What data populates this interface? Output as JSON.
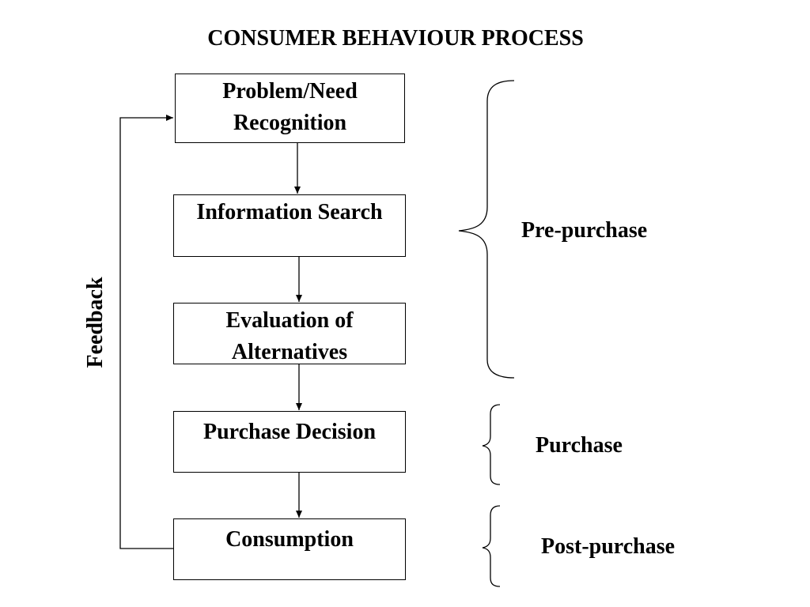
{
  "title": "CONSUMER BEHAVIOUR PROCESS",
  "steps": [
    {
      "label": "Problem/Need Recognition"
    },
    {
      "label": "Information Search"
    },
    {
      "label": "Evaluation of Alternatives"
    },
    {
      "label": "Purchase Decision"
    },
    {
      "label": "Consumption"
    }
  ],
  "feedback_label": "Feedback",
  "phases": [
    {
      "label": "Pre-purchase"
    },
    {
      "label": "Purchase"
    },
    {
      "label": "Post-purchase"
    }
  ]
}
